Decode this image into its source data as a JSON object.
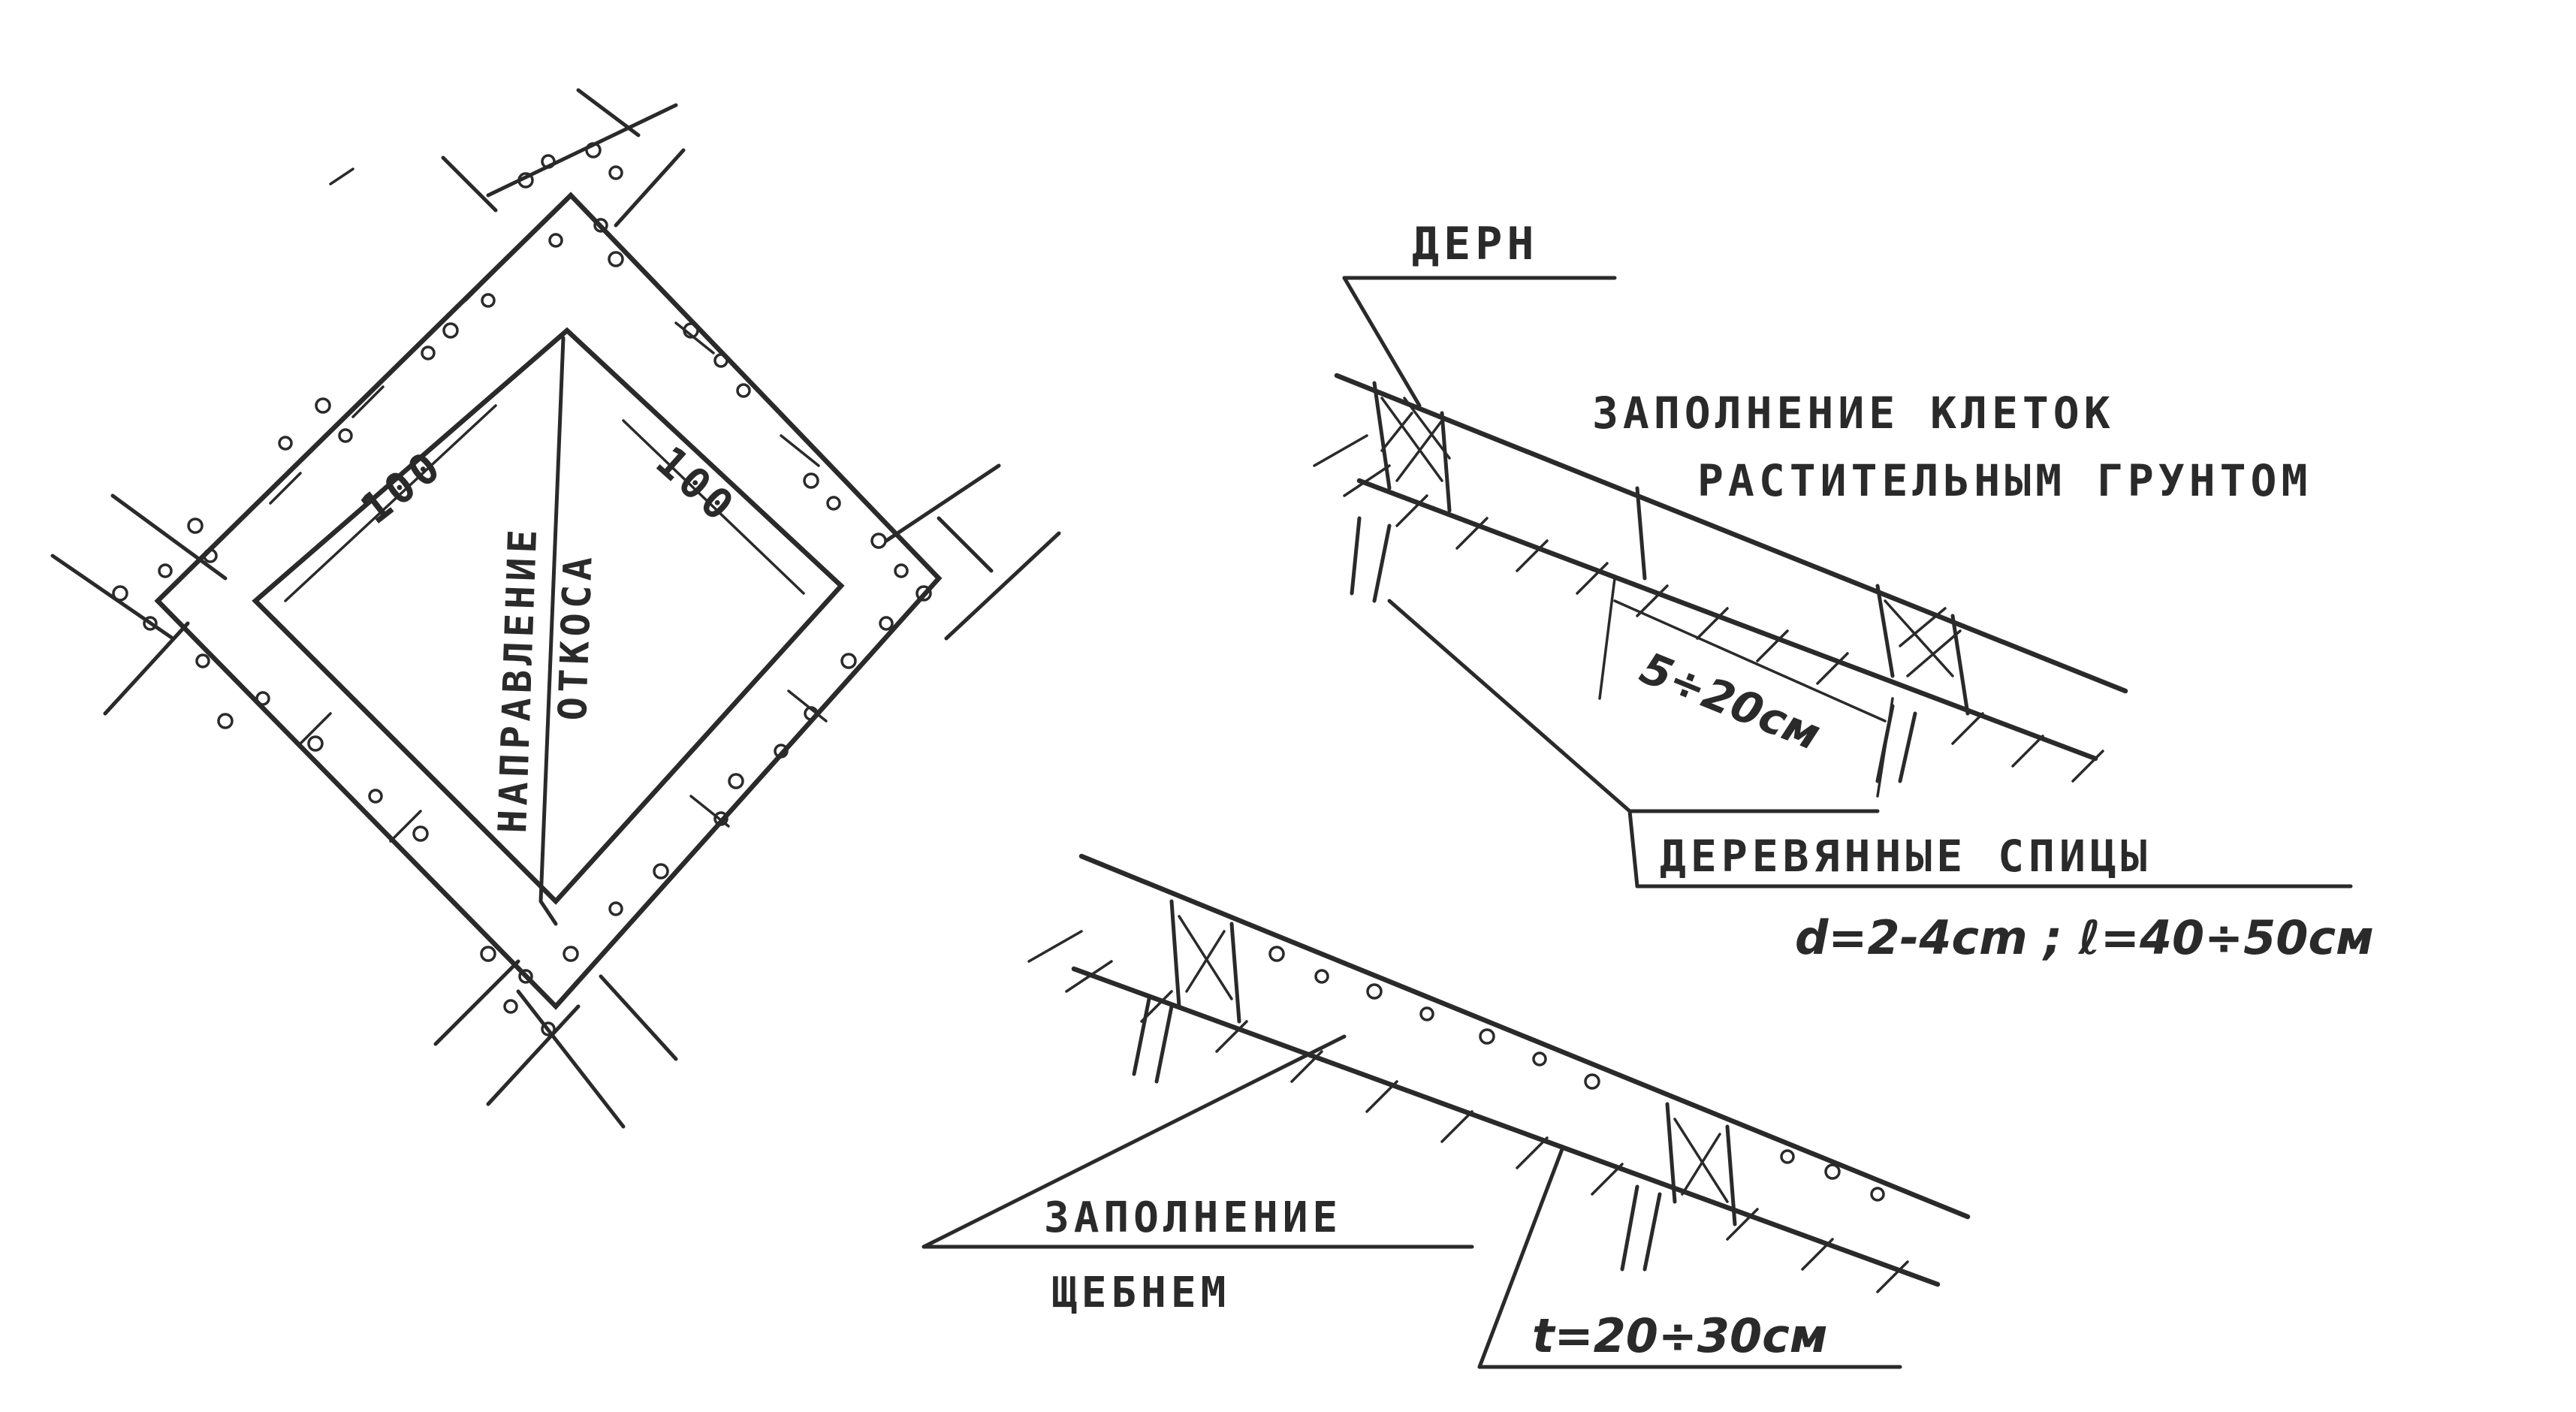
{
  "labels": {
    "diamond_dim_left": "100",
    "diamond_dim_right": "100",
    "slope_direction_word1": "НАПРАВЛЕНИЕ",
    "slope_direction_word2": "ОТКОСА",
    "turf": "ДЕРН",
    "fill_cells_line1": "ЗАПОЛНЕНИЕ КЛЕТОК",
    "fill_cells_line2": "РАСТИТЕЛЬНЫМ ГРУНТОМ",
    "cell_gap": "5÷20см",
    "wooden_pegs": "ДЕРЕВЯННЫЕ СПИЦЫ",
    "peg_dims": "d=2-4cm ; ℓ=40÷50см",
    "fill_gravel_line1": "ЗАПОЛНЕНИЕ",
    "fill_gravel_line2": "ЩЕБНЕМ",
    "thickness": "t=20÷30см"
  },
  "colors": {
    "ink": "#2a2a2a",
    "paper": "#ffffff"
  }
}
